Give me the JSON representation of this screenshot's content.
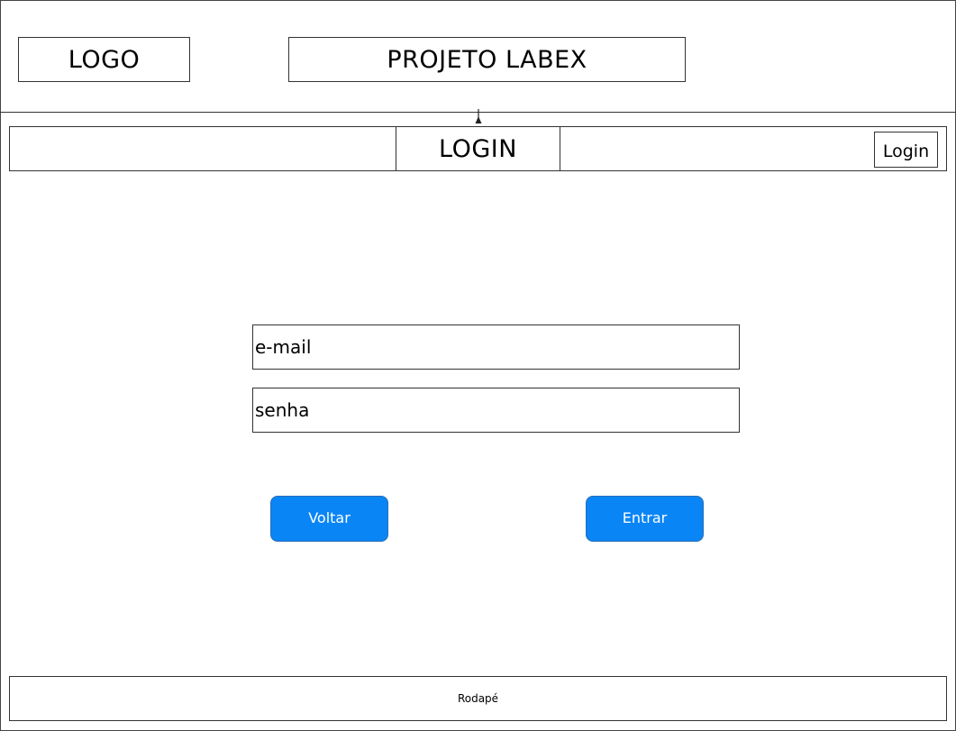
{
  "header": {
    "logo_label": "LOGO",
    "title": "PROJETO LABEX"
  },
  "nav": {
    "page_title": "LOGIN",
    "login_button": "Login",
    "cursor_icon": "cursor-icon"
  },
  "form": {
    "email_placeholder": "e-mail",
    "password_placeholder": "senha",
    "back_button": "Voltar",
    "submit_button": "Entrar"
  },
  "footer": {
    "text": "Rodapé"
  },
  "colors": {
    "button_bg": "#0a85f5",
    "button_text": "#ffffff",
    "border": "#333333"
  }
}
